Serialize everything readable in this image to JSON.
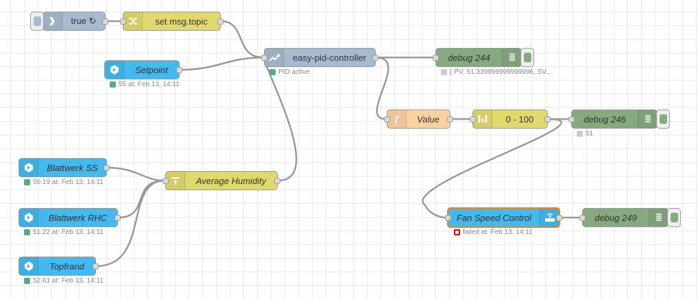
{
  "nodes": {
    "inject": {
      "label": "true ↻",
      "icon": "inject-arrow-icon"
    },
    "change": {
      "label": "set msg.topic",
      "icon": "shuffle-icon"
    },
    "pid": {
      "label": "easy-pid-controller",
      "icon": "trend-chart-icon",
      "status": "PID active",
      "status_color": "#5a8"
    },
    "setpoint": {
      "label": "Setpoint",
      "icon": "ha-entity-icon",
      "status": "55 at: Feb 13, 14:11",
      "status_color": "#5a8"
    },
    "debug244": {
      "label": "debug 244",
      "status": "{ PV: 51.339999999999996, SV...",
      "status_color": "#ccc"
    },
    "value": {
      "label": "Value",
      "icon": "function-icon"
    },
    "range": {
      "label": "0 - 100",
      "icon": "range-icon"
    },
    "debug246": {
      "label": "debug 246",
      "status": "51",
      "status_color": "#ccc"
    },
    "blattwerk_ss": {
      "label": "Blattwerk SS",
      "status": "50.19 at: Feb 13, 14:11",
      "status_color": "#5a8"
    },
    "avg": {
      "label": "Average Humidity",
      "icon": "average-icon"
    },
    "blattwerk_rhc": {
      "label": "Blattwerk RHC",
      "status": "51.22 at: Feb 13, 14:11",
      "status_color": "#5a8"
    },
    "topfrand": {
      "label": "Topfrand",
      "status": "52.61 at: Feb 13, 14:11",
      "status_color": "#5a8"
    },
    "fan": {
      "label": "Fan Speed Control",
      "icon": "router-icon",
      "status": "failed at: Feb 13, 14:11",
      "status_color": "#c00"
    },
    "debug249": {
      "label": "debug 249"
    }
  },
  "colors": {
    "wire": "#999999",
    "selection": "#ff7f0e",
    "debug_button_fill": "#87a980",
    "inject_button_fill": "#a6bbcf"
  }
}
